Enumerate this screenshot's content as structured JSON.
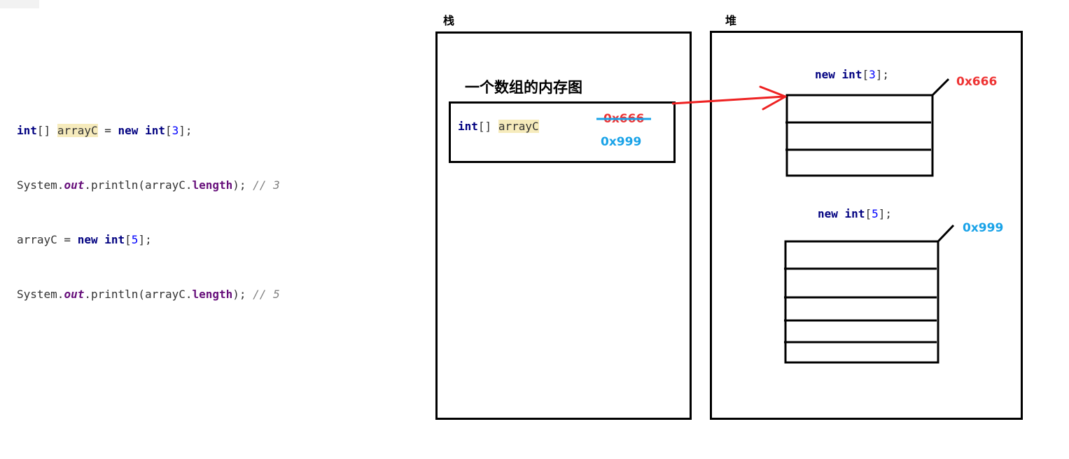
{
  "code": {
    "line1": {
      "kw1": "int",
      "p1": "[] ",
      "var": "arrayC",
      "p2": " = ",
      "kw2": "new",
      "p3": " ",
      "kw3": "int",
      "p4": "[",
      "num": "3",
      "p5": "];"
    },
    "line2": {
      "p1": "System.",
      "field1": "out",
      "p2": ".println(arrayC.",
      "field2": "length",
      "p3": "); ",
      "comment": "// 3"
    },
    "line3": {
      "p1": "arrayC = ",
      "kw1": "new",
      "p2": " ",
      "kw2": "int",
      "p3": "[",
      "num": "5",
      "p4": "];"
    },
    "line4": {
      "p1": "System.",
      "field1": "out",
      "p2": ".println(arrayC.",
      "field2": "length",
      "p3": "); ",
      "comment": "// 5"
    }
  },
  "diagram": {
    "stack_label": "栈",
    "heap_label": "堆",
    "title": "一个数组的内存图",
    "variable": {
      "type_kw": "int",
      "brackets": "[] ",
      "name": "arrayC"
    },
    "old_address": "0x666",
    "new_address": "0x999",
    "heap_objects": [
      {
        "kw1": "new",
        "kw2": "int",
        "open": "[",
        "size": "3",
        "close": "];",
        "address": "0x666",
        "cells": 3
      },
      {
        "kw1": "new",
        "kw2": "int",
        "open": "[",
        "size": "5",
        "close": "];",
        "address": "0x999",
        "cells": 5
      }
    ],
    "colors": {
      "old_address": "#ee3333",
      "new_address": "#1aa3e8",
      "pointer_arrow": "#ee2222",
      "highlight": "#f6ebbc"
    }
  }
}
